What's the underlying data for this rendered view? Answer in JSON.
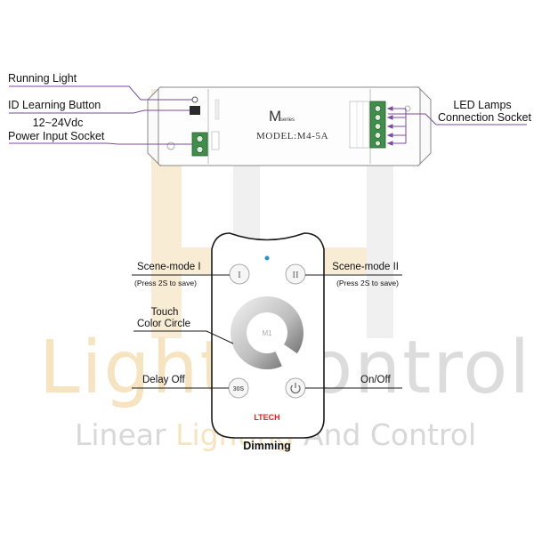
{
  "labels": {
    "running_light": "Running Light",
    "id_learning_button": "ID Learning Button",
    "voltage": "12~24Vdc",
    "power_input_socket": "Power Input Socket",
    "led_lamps": "LED Lamps",
    "connection_socket": "Connection Socket",
    "scene_mode_1": "Scene-mode I",
    "scene_mode_2": "Scene-mode II",
    "press_to_save_1": "(Press 2S to save)",
    "press_to_save_2": "(Press 2S to save)",
    "touch": "Touch",
    "color_circle": "Color Circle",
    "delay_off": "Delay Off",
    "on_off": "On/Off",
    "dimming": "Dimming"
  },
  "controller": {
    "series_letter": "M",
    "series_word": "series",
    "model": "MODEL:M4-5A"
  },
  "remote": {
    "button_1": "I",
    "button_2": "II",
    "button_delay": "30S",
    "dial_text": "M1",
    "brand": "LTECH"
  },
  "watermark": {
    "big_a": "Light ",
    "big_b": "Control",
    "sub_a": "Linear ",
    "sub_mid": "Lighting",
    "sub_b": " And Control"
  },
  "colors": {
    "pointer_line": "#7a4aa0",
    "terminal_green": "#3f8f4a",
    "brand_red": "#d9261c",
    "watermark_cream": "#f6e3c0",
    "watermark_grey": "#d8d8d8"
  }
}
